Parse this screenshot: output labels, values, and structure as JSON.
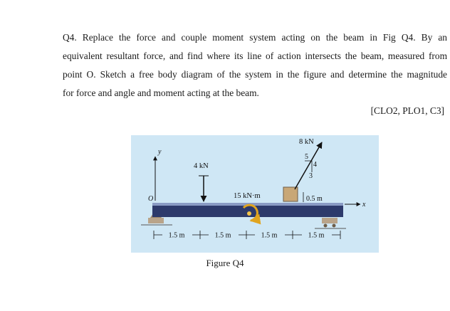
{
  "question": {
    "lines": [
      "Q4. Replace the force and couple moment system acting on the beam in Fig Q4. By an",
      "equivalent resultant force, and find where its line of action intersects the beam, measured from",
      "point O. Sketch a free body diagram of the system in the figure and determine the magnitude",
      "for force and angle and moment acting at the beam."
    ],
    "reference": "[CLO2, PLO1, C3]"
  },
  "figure": {
    "caption": "Figure Q4",
    "colors": {
      "background": "#cfe7f5",
      "beam": "#2d3a6b",
      "beam_top": "#8a9bc4",
      "support": "#b9a48a",
      "moment": "#e0a41f",
      "block": "#c8a777"
    },
    "labels": {
      "y_axis": "y",
      "x_axis": "x",
      "origin": "O",
      "force_left": "4 kN",
      "couple": "15 kN·m",
      "force_right": "8 kN",
      "slope_5": "5",
      "slope_4": "4",
      "slope_3": "3",
      "offset": "0.5 m"
    },
    "dimensions": [
      "1.5 m",
      "1.5 m",
      "1.5 m",
      "1.5 m"
    ]
  }
}
